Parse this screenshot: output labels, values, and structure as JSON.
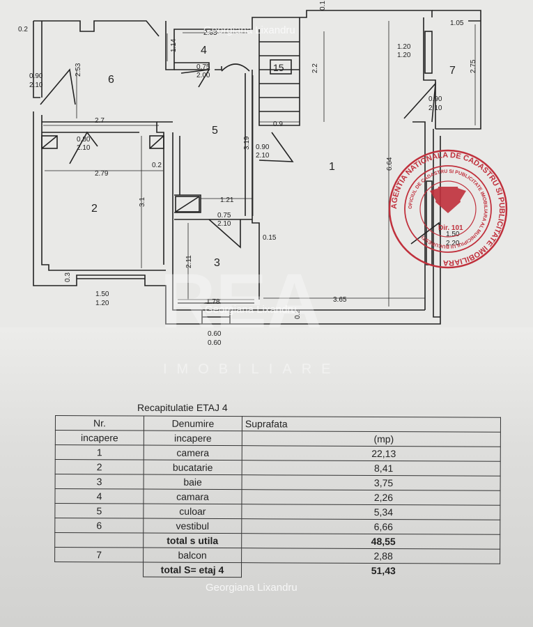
{
  "plan": {
    "rooms": [
      {
        "id": "room-1",
        "label": "1"
      },
      {
        "id": "room-2",
        "label": "2"
      },
      {
        "id": "room-3",
        "label": "3"
      },
      {
        "id": "room-4",
        "label": "4"
      },
      {
        "id": "room-5",
        "label": "5"
      },
      {
        "id": "room-6",
        "label": "6"
      },
      {
        "id": "room-7",
        "label": "7"
      }
    ],
    "stair_number": "15",
    "dims": {
      "d0_2": "0.2",
      "d2_03": "2.03",
      "d1_14": "1.14",
      "d0_75a": "0.75",
      "d2_00": "2.00",
      "d0_1": "0.1",
      "d2_2": "2.2",
      "d1_20a": "1.20",
      "d1_20b": "1.20",
      "d1_05": "1.05",
      "d2_75": "2.75",
      "d0_90a": "0.90",
      "d2_10a": "2.10",
      "d2_53": "2.53",
      "d2_7": "2.7",
      "d0_80": "0.80",
      "d2_10b": "2.10",
      "d0_9": "0.9",
      "d0_90b": "0.90",
      "d2_10c": "2.10",
      "d3_19": "3.19",
      "d0_90c": "0.90",
      "d2_10d": "2.10",
      "d0_2b": "0.2",
      "d2_79": "2.79",
      "d3_1": "3.1",
      "d6_64": "6.64",
      "d1_21": "1.21",
      "d0_75b": "0.75",
      "d2_10e": "2.10",
      "d0_15": "0.15",
      "d1_50a": "1.50",
      "d2_20": "2.20",
      "d2_11": "2.11",
      "d0_3": "0.3",
      "d1_50b": "1.50",
      "d1_20c": "1.20",
      "d1_78": "1.78",
      "d3_65": "3.65",
      "d0_2c": "0.2",
      "d0_60a": "0.60",
      "d0_60b": "0.60"
    }
  },
  "watermark": {
    "author": "Georgiana Lixandru",
    "brand": "IMOBILIARE"
  },
  "stamp": {
    "outer_text": "AGENTIA NATIONALA DE CADASTRU SI PUBLICITATE IMOBILIARA",
    "inner_text": "OFICIUL DE CADASTRU SI PUBLICITATE IMOBILIARA AL MUNICIPIULUI BUCURESTI",
    "center_text": "Dir. 101",
    "color": "#c0303c"
  },
  "table": {
    "title": "Recapitulatie ETAJ 4",
    "header": [
      [
        "Nr.",
        "Denumire",
        "Suprafata"
      ],
      [
        "incapere",
        "incapere",
        "(mp)"
      ]
    ],
    "rows": [
      {
        "nr": "1",
        "name": "camera",
        "area": "22,13"
      },
      {
        "nr": "2",
        "name": "bucatarie",
        "area": "8,41"
      },
      {
        "nr": "3",
        "name": "baie",
        "area": "3,75"
      },
      {
        "nr": "4",
        "name": "camara",
        "area": "2,26"
      },
      {
        "nr": "5",
        "name": "culoar",
        "area": "5,34"
      },
      {
        "nr": "6",
        "name": "vestibul",
        "area": "6,66"
      }
    ],
    "total_useful": {
      "label": "total s utila",
      "area": "48,55"
    },
    "balcony": {
      "nr": "7",
      "name": "balcon",
      "area": "2,88"
    },
    "total_floor": {
      "label": "total S= etaj 4",
      "area": "51,43"
    }
  }
}
